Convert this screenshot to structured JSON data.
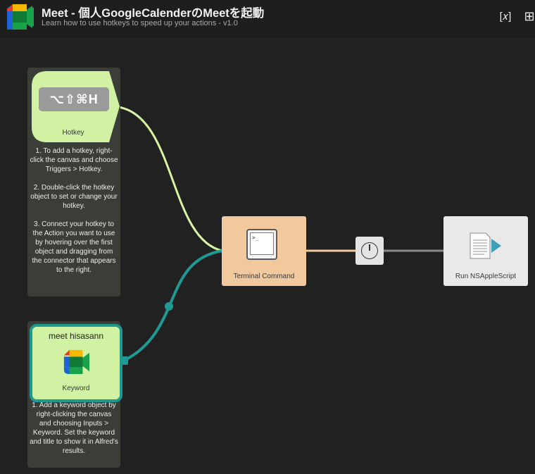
{
  "header": {
    "title": "Meet - 個人GoogleCalenderのMeetを起動",
    "subtitle": "Learn how to use hotkeys to speed up your actions - v1.0",
    "variables_button": "[𝑥]",
    "add_button": "⊞",
    "app_icon": "google-meet-icon"
  },
  "nodes": {
    "hotkey": {
      "key": "⌥⇧⌘H",
      "label": "Hotkey",
      "note": "1. To add a hotkey, right-click the canvas and choose Triggers > Hotkey.\n\n2. Double-click the hotkey object to set or change your hotkey.\n\n3. Connect your hotkey to the Action you want to use by hovering over the first object and dragging from the connector that appears to the right."
    },
    "keyword": {
      "title": "meet hisasann",
      "label": "Keyword",
      "icon": "google-meet-icon",
      "note": "1. Add a keyword object by right-clicking the canvas and choosing Inputs > Keyword. Set the keyword and title to show it in Alfred's results."
    },
    "terminal": {
      "label": "Terminal Command",
      "icon": "terminal-icon",
      "prompt": ">_"
    },
    "delay": {
      "icon": "delay-icon"
    },
    "script": {
      "label": "Run NSAppleScript",
      "icon": "applescript-icon"
    }
  },
  "colors": {
    "background": "#212121",
    "hotkey_fill": "#d1f1a3",
    "keyword_border": "#1e9a93",
    "terminal_fill": "#f1c99c",
    "script_fill": "#e9e9e9",
    "note_bg": "#3a3e36"
  }
}
